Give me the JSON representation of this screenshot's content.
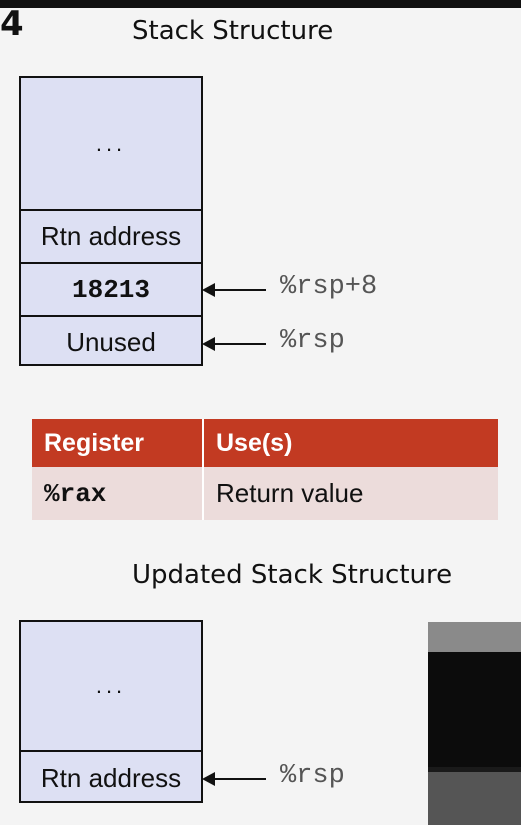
{
  "slide_number": "4",
  "top_title": "Stack Structure",
  "top_stack": {
    "cells": [
      "...",
      "Rtn address",
      "18213",
      "Unused"
    ],
    "pointers": [
      "%rsp+8",
      "%rsp"
    ]
  },
  "register_table": {
    "headers": [
      "Register",
      "Use(s)"
    ],
    "rows": [
      {
        "register": "%rax",
        "use": "Return value"
      }
    ]
  },
  "bottom_title": "Updated Stack Structure",
  "bottom_stack": {
    "cells": [
      "...",
      "Rtn address"
    ],
    "pointers": [
      "%rsp"
    ]
  },
  "colors": {
    "stack_fill": "#dde0f3",
    "table_header": "#c23a22",
    "table_row": "#ecdcdb"
  }
}
